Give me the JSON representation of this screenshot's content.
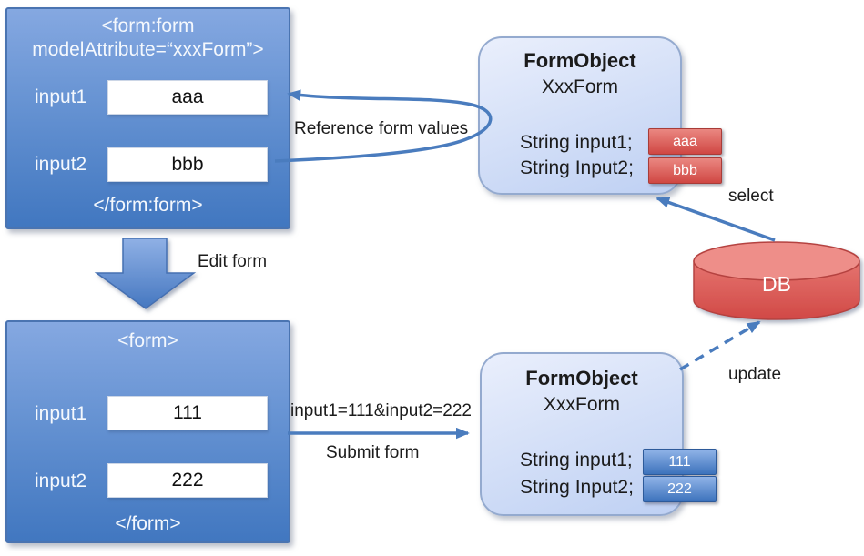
{
  "colors": {
    "accent_blue": "#4A7CBE",
    "form_box_gradient_top": "#85A8E1",
    "form_box_gradient_bottom": "#4177C0",
    "form_object_fill": "#D6E1F8",
    "badge_red": "#D04743",
    "badge_blue": "#3C72BC",
    "db_red": "#D5504C"
  },
  "form_top": {
    "title_line1": "<form:form",
    "title_line2": "modelAttribute=“xxxForm”>",
    "fields": [
      {
        "label": "input1",
        "value": "aaa"
      },
      {
        "label": "input2",
        "value": "bbb"
      }
    ],
    "closing": "</form:form>"
  },
  "form_bottom": {
    "title": "<form>",
    "fields": [
      {
        "label": "input1",
        "value": "111"
      },
      {
        "label": "input2",
        "value": "222"
      }
    ],
    "closing": "</form>"
  },
  "form_object_top": {
    "title": "FormObject",
    "subtitle": "XxxForm",
    "members": [
      {
        "decl": "String input1;",
        "value": "aaa"
      },
      {
        "decl": "String Input2;",
        "value": "bbb"
      }
    ]
  },
  "form_object_bottom": {
    "title": "FormObject",
    "subtitle": "XxxForm",
    "members": [
      {
        "decl": "String input1;",
        "value": "111"
      },
      {
        "decl": "String Input2;",
        "value": "222"
      }
    ]
  },
  "db": {
    "label": "DB"
  },
  "annotations": {
    "reference": "Reference form values",
    "edit_form": "Edit form",
    "query_string": "input1=111&input2=222",
    "submit_form": "Submit form",
    "select": "select",
    "update": "update"
  }
}
